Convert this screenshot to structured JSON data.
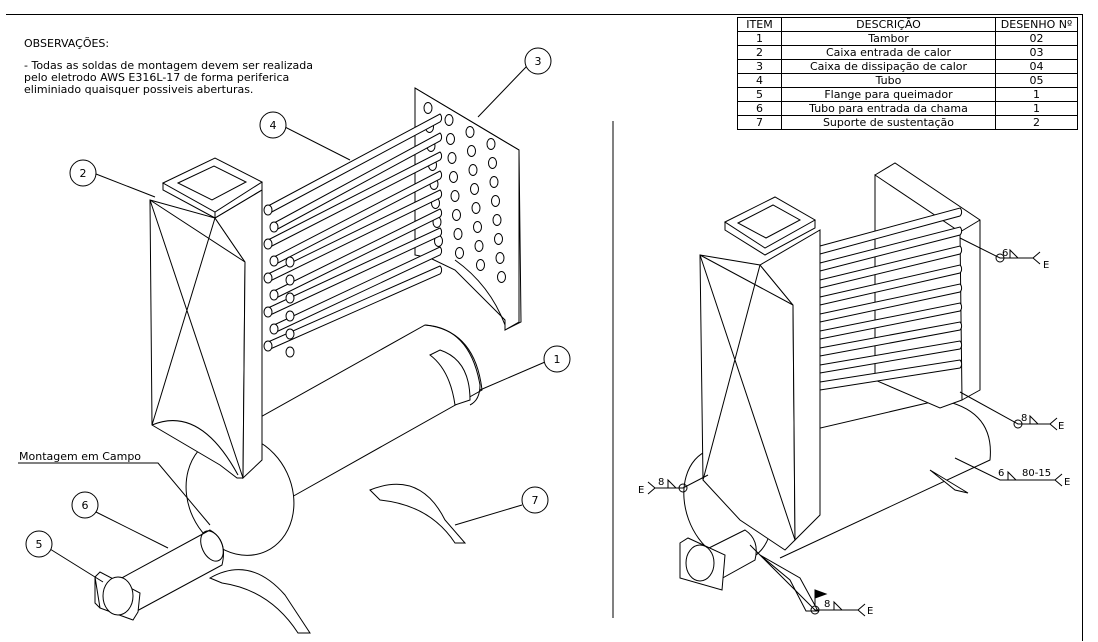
{
  "notes": {
    "title": "OBSERVAÇÕES:",
    "lines": [
      "- Todas as soldas de montagem devem ser realizada",
      "pelo eletrodo AWS E316L-17 de forma periferica",
      "eliminiado quaisquer possiveis aberturas."
    ]
  },
  "bom": {
    "headers": [
      "ITEM",
      "DESCRIÇÃO",
      "DESENHO Nº"
    ],
    "rows": [
      {
        "item": "1",
        "desc": "Tambor",
        "dwg": "02"
      },
      {
        "item": "2",
        "desc": "Caixa entrada de calor",
        "dwg": "03"
      },
      {
        "item": "3",
        "desc": "Caixa de dissipação de calor",
        "dwg": "04"
      },
      {
        "item": "4",
        "desc": "Tubo",
        "dwg": "05"
      },
      {
        "item": "5",
        "desc": "Flange para queimador",
        "dwg": "1"
      },
      {
        "item": "6",
        "desc": "Tubo para entrada da chama",
        "dwg": "1"
      },
      {
        "item": "7",
        "desc": "Suporte de sustentação",
        "dwg": "2"
      }
    ]
  },
  "field_note": "Montagem em Campo",
  "balloons": [
    "1",
    "2",
    "3",
    "4",
    "5",
    "6",
    "7"
  ],
  "welds": [
    {
      "size": "6",
      "ref": "E"
    },
    {
      "size": "8",
      "ref": "E"
    },
    {
      "size": "6",
      "length": "80-15",
      "ref": "E"
    },
    {
      "size": "8",
      "ref": "E"
    },
    {
      "size": "8",
      "ref": "E"
    }
  ]
}
